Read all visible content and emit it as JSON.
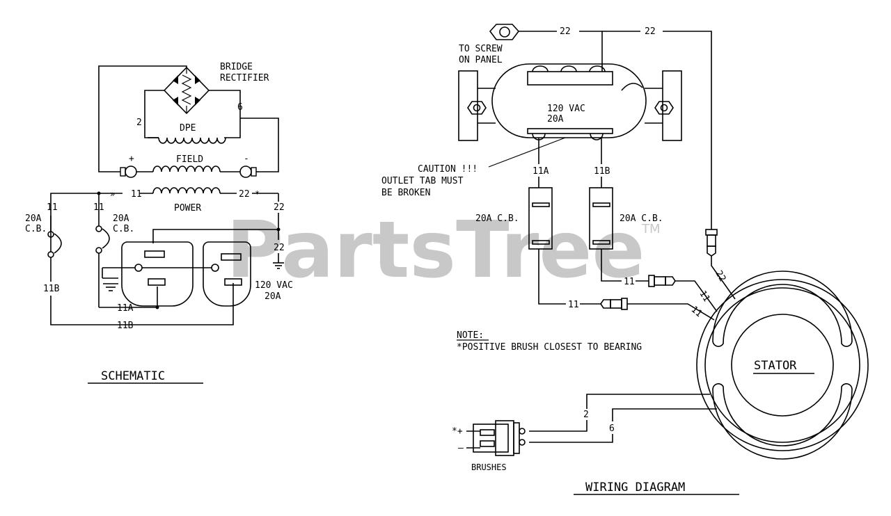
{
  "watermark": {
    "text": "PartsTree",
    "tm": "TM"
  },
  "schematic": {
    "title": "SCHEMATIC",
    "bridge_label_1": "BRIDGE",
    "bridge_label_2": "RECTIFIER",
    "wire_2": "2",
    "wire_6": "6",
    "dpe": "DPE",
    "field": "FIELD",
    "plus": "+",
    "minus": "-",
    "power": "POWER",
    "wire_11_top": "11",
    "wire_22_top": "22",
    "wire_22_right": "22",
    "wire_22_ground": "22",
    "left_cb_wire": "11",
    "left_cb_1": "20A",
    "left_cb_2": "C.B.",
    "mid_cb_wire": "11",
    "mid_cb_1": "20A",
    "mid_cb_2": "C.B.",
    "wire_11b_left": "11B",
    "wire_11a": "11A",
    "wire_11b_bottom": "11B",
    "outlet_1": "120 VAC",
    "outlet_2": "20A"
  },
  "wiring": {
    "title": "WIRING DIAGRAM",
    "screw_1": "TO SCREW",
    "screw_2": "ON PANEL",
    "wire_22_a": "22",
    "wire_22_b": "22",
    "outlet_1": "120 VAC",
    "outlet_2": "20A",
    "caution_1": "CAUTION !!!",
    "caution_2": "OUTLET TAB MUST",
    "caution_3": "BE BROKEN",
    "wire_11a": "11A",
    "wire_11b": "11B",
    "cb_left": "20A C.B.",
    "cb_right": "20A C.B.",
    "wire_11_upper": "11",
    "wire_11_lower": "11",
    "stator_11_a": "11",
    "stator_11_b": "11",
    "stator_22": "22",
    "note_title": "NOTE:",
    "note_text": "*POSITIVE BRUSH CLOSEST TO BEARING",
    "stator": "STATOR",
    "wire_2": "2",
    "wire_6": "6",
    "brush_plus": "*+",
    "brush_minus": "–",
    "brushes": "BRUSHES"
  }
}
